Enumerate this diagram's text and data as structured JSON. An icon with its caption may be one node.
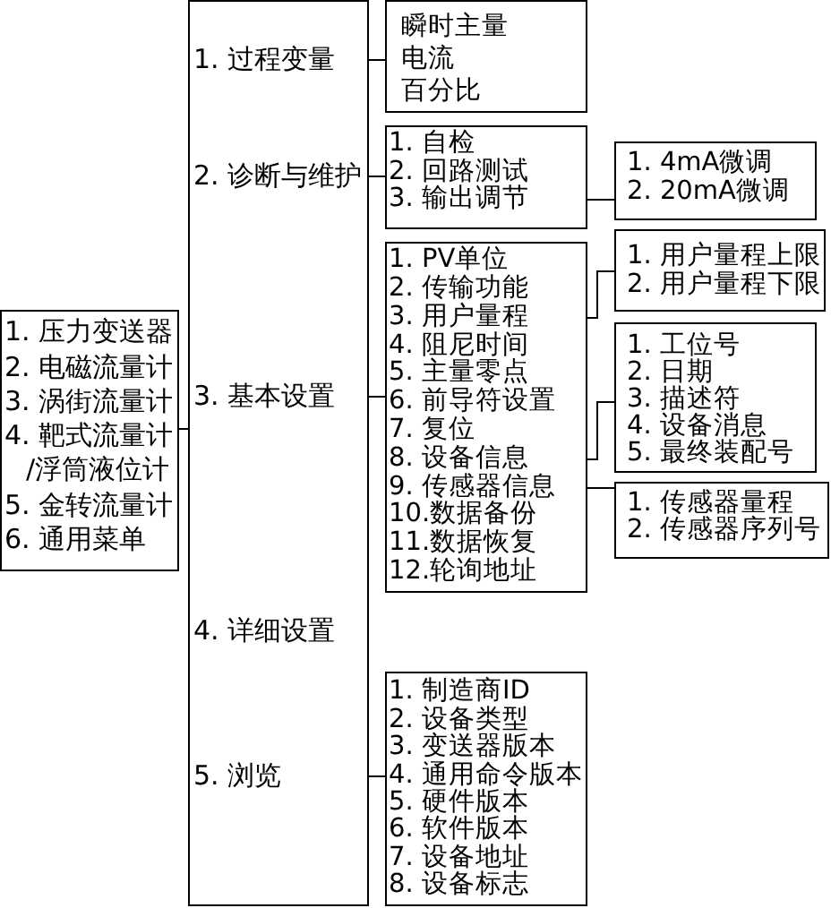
{
  "diagram": {
    "nodes": [
      {
        "text": [
          "1. 压力变送器",
          "2. 电磁流量计",
          "3. 涡街流量计",
          "4. 靶式流量计/浮筒液位计",
          "5. 金转流量计",
          "6. 通用菜单"
        ]
      },
      {
        "text": [
          "1. 过程变量",
          "2. 诊断与维护",
          "3. 基本设置",
          "4. 详细设置",
          "5. 浏览"
        ]
      },
      {
        "text": [
          "瞬时主量",
          "电流",
          "百分比"
        ]
      },
      {
        "text": [
          "1. 自检",
          "2. 回路测试",
          "3. 输出调节"
        ]
      },
      {
        "text": [
          "1. 4mA微调",
          "2. 20mA微调"
        ]
      },
      {
        "text": [
          "1. PV单位",
          "2. 传输功能",
          "3. 用户量程",
          "4. 阻尼时间",
          "5. 主量零点",
          "6. 前导符设置",
          "7. 复位",
          "8. 设备信息",
          "9. 传感器信息",
          "10.数据备份",
          "11.数据恢复",
          "12.轮询地址"
        ]
      },
      {
        "text": [
          "1. 用户量程上限",
          "2. 用户量程下限"
        ]
      },
      {
        "text": [
          "1. 工位号",
          "2. 日期",
          "3. 描述符",
          "4. 设备消息",
          "5. 最终装配号"
        ]
      },
      {
        "text": [
          "1. 传感器量程",
          "2. 传感器序列号"
        ]
      },
      {
        "text": [
          "1. 制造商ID",
          "2. 设备类型",
          "3. 变送器版本",
          "4. 通用命令版本",
          "5. 硬件版本",
          "6. 软件版本",
          "7. 设备地址",
          "8. 设备标志"
        ]
      }
    ],
    "edges": [
      {
        "from": 0,
        "to": 1,
        "arrow": "none"
      },
      {
        "from": 1,
        "to": 2,
        "arrow": "none"
      },
      {
        "from": 1,
        "to": 3,
        "arrow": "none"
      },
      {
        "from": 1,
        "to": 5,
        "arrow": "none"
      },
      {
        "from": 1,
        "to": 9,
        "arrow": "none"
      },
      {
        "from": 3,
        "to": 4,
        "arrow": "none"
      },
      {
        "from": 5,
        "to": 6,
        "arrow": "none"
      },
      {
        "from": 5,
        "to": 7,
        "arrow": "none"
      },
      {
        "from": 5,
        "to": 8,
        "arrow": "none"
      }
    ]
  }
}
